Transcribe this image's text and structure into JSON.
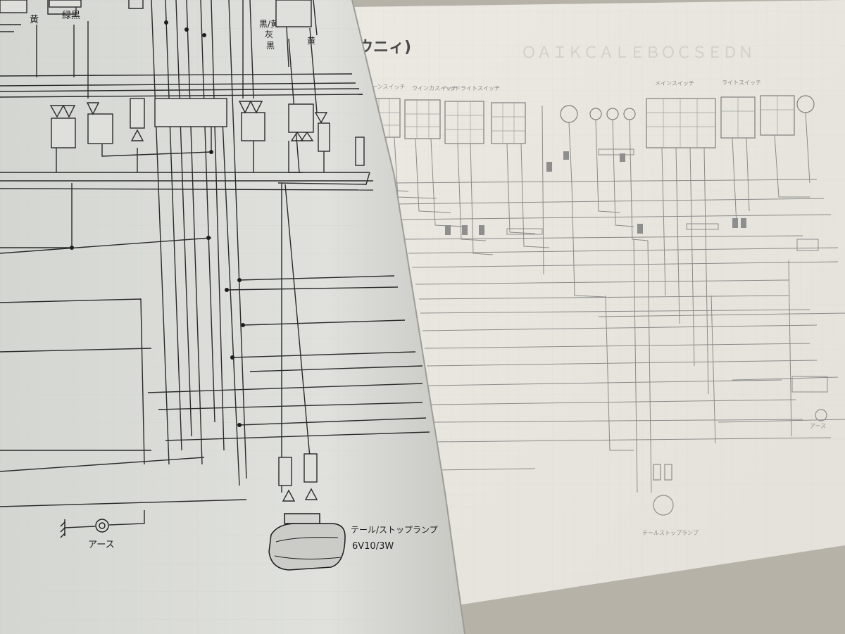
{
  "left_page": {
    "top_wire_labels": [
      "黄",
      "緑黒",
      "黒/黄",
      "灰",
      "黒",
      "黄"
    ],
    "ground": {
      "label": "アース"
    },
    "tail_lamp": {
      "label": "テール/ストップランプ",
      "spec": "6V10/3W"
    }
  },
  "right_page": {
    "title_fragment": "ウニィ)",
    "component_labels": [
      "ホーンスイッチ",
      "ウインカスイッチ",
      "ヘッドライトスイッチ",
      "メインスイッチ",
      "ライトスイッチ"
    ],
    "bottom_labels": [
      "テールストップランプ",
      "アース"
    ]
  }
}
